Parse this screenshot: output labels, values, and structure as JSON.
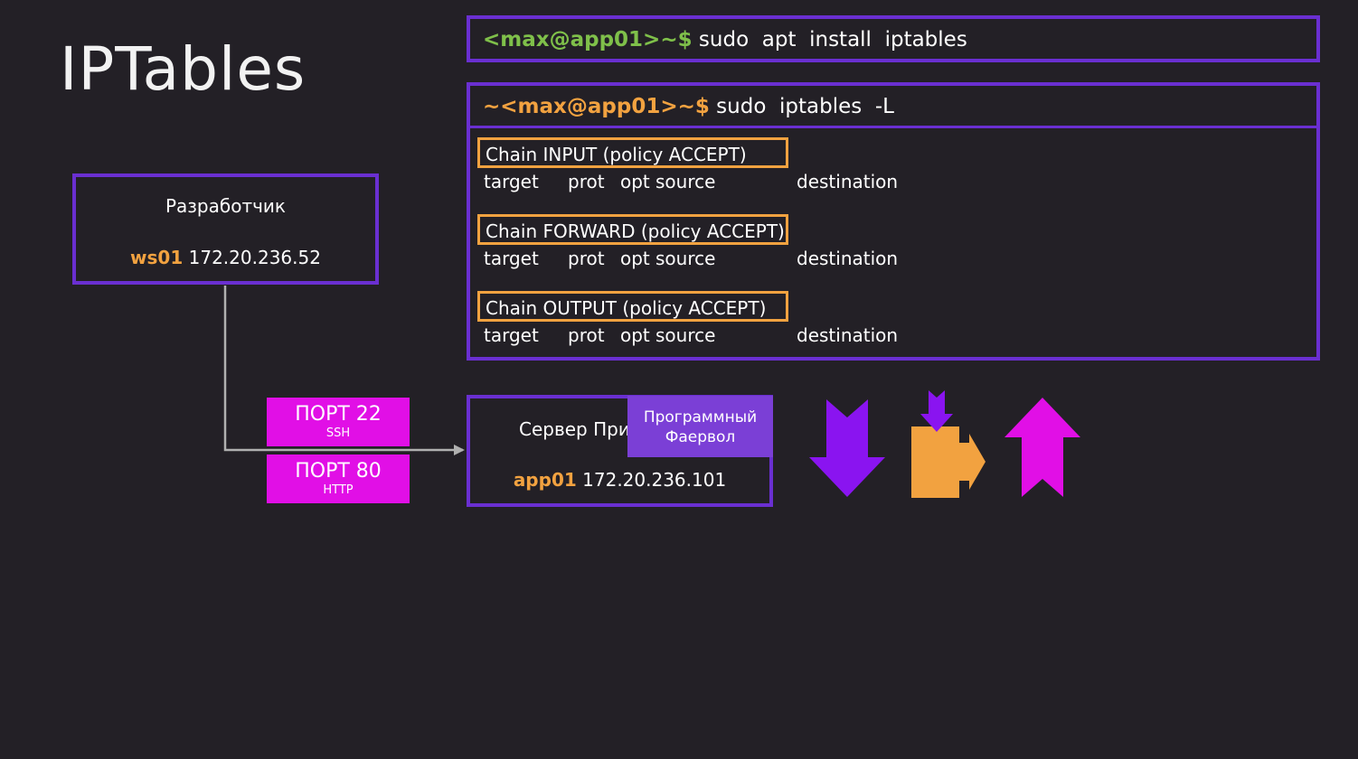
{
  "title": "IPTables",
  "command1": {
    "prompt": "<max@app01>~$",
    "command": " sudo  apt  install  iptables"
  },
  "command2": {
    "prompt": "~<max@app01>~$",
    "command": " sudo  iptables  -L"
  },
  "chains": [
    {
      "header": "Chain INPUT (policy ACCEPT)",
      "cols": [
        "target",
        "prot",
        "opt",
        "source",
        "destination"
      ]
    },
    {
      "header": "Chain FORWARD (policy ACCEPT)",
      "cols": [
        "target",
        "prot",
        "opt",
        "source",
        "destination"
      ]
    },
    {
      "header": "Chain OUTPUT (policy ACCEPT)",
      "cols": [
        "target",
        "prot",
        "opt",
        "source",
        "destination"
      ]
    }
  ],
  "developer": {
    "label": "Разработчик",
    "hostname": "ws01",
    "ip": "172.20.236.52"
  },
  "server": {
    "label": "Сервер При",
    "hostname": "app01",
    "ip": "172.20.236.101"
  },
  "firewall": {
    "line1": "Программный",
    "line2": "Фаервол"
  },
  "ports": [
    {
      "label": "ПОРТ 22",
      "sub": "SSH"
    },
    {
      "label": "ПОРТ 80",
      "sub": "HTTP"
    }
  ],
  "colors": {
    "background": "#232026",
    "border_purple": "#6a2fd1",
    "orange": "#f2a240",
    "green": "#7fc04a",
    "magenta": "#e10fe6",
    "violet_arrow": "#8a14f0"
  },
  "icons": [
    "input-arrow-icon",
    "forward-arrow-icon",
    "output-arrow-icon"
  ]
}
